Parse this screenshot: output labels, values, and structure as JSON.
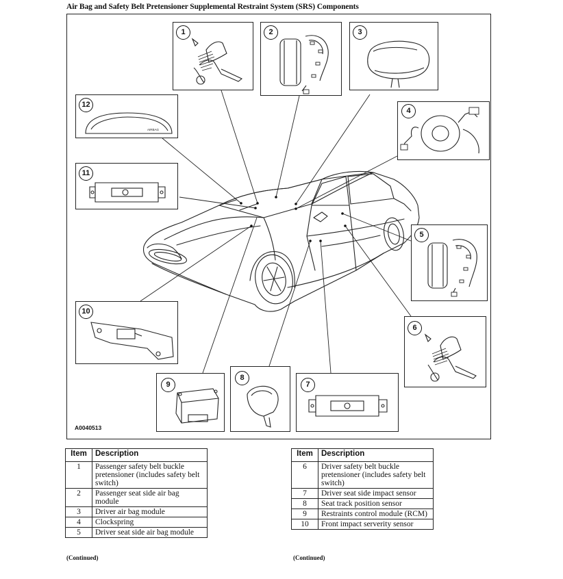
{
  "title": "Air Bag and Safety Belt Pretensioner Supplemental Restraint System (SRS) Components",
  "figure_id": "A0040513",
  "callouts": [
    "1",
    "2",
    "3",
    "4",
    "5",
    "6",
    "7",
    "8",
    "9",
    "10",
    "11",
    "12"
  ],
  "airbag_label": "AIRBAG",
  "table_left": {
    "headers": [
      "Item",
      "Description"
    ],
    "rows": [
      {
        "item": "1",
        "desc": "Passenger safety belt buckle pretensioner (includes safety belt switch)"
      },
      {
        "item": "2",
        "desc": "Passenger seat side air bag module"
      },
      {
        "item": "3",
        "desc": "Driver air bag module"
      },
      {
        "item": "4",
        "desc": "Clockspring"
      },
      {
        "item": "5",
        "desc": "Driver seat side air bag module"
      }
    ],
    "footer": "(Continued)"
  },
  "table_right": {
    "headers": [
      "Item",
      "Description"
    ],
    "rows": [
      {
        "item": "6",
        "desc": "Driver safety belt buckle pretensioner (includes safety belt switch)"
      },
      {
        "item": "7",
        "desc": "Driver seat side impact sensor"
      },
      {
        "item": "8",
        "desc": "Seat track position sensor"
      },
      {
        "item": "9",
        "desc": "Restraints control module (RCM)"
      },
      {
        "item": "10",
        "desc": "Front impact serverity sensor"
      }
    ],
    "footer": "(Continued)"
  }
}
